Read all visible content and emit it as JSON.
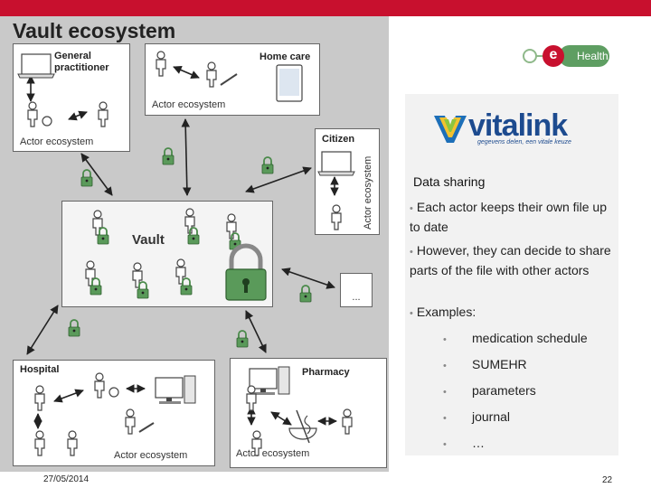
{
  "slide": {
    "title": "Vault ecosystem",
    "date": "27/05/2014",
    "page_number": "22"
  },
  "diagram": {
    "general_practitioner": {
      "label": "General practitioner",
      "ecosystem": "Actor ecosystem"
    },
    "home_care": {
      "label": "Home care",
      "ecosystem": "Actor ecosystem"
    },
    "citizen": {
      "label": "Citizen",
      "ecosystem": "Actor ecosystem"
    },
    "vault": {
      "label": "Vault"
    },
    "other": {
      "label": "..."
    },
    "hospital": {
      "label": "Hospital",
      "ecosystem": "Actor ecosystem"
    },
    "pharmacy": {
      "label": "Pharmacy",
      "ecosystem": "Actor ecosystem"
    }
  },
  "logos": {
    "ehealth": {
      "letter": "e",
      "text": "Health",
      "colors": {
        "red": "#c8102e",
        "green": "#5e9e62"
      }
    },
    "vitalink": {
      "name": "vitalink",
      "tagline": "gegevens delen, een vitale keuze",
      "color": "#1d4b8f"
    }
  },
  "info": {
    "heading": "Data sharing",
    "bullets": [
      "Each actor keeps their own file up to date",
      "However, they can decide to share parts of the file with other actors",
      "Examples:"
    ],
    "examples": [
      "medication schedule",
      "SUMEHR",
      "parameters",
      "journal",
      "…"
    ]
  },
  "icons": [
    "person-icon",
    "doctor-icon",
    "nurse-icon",
    "padlock-icon",
    "laptop-icon",
    "tablet-icon",
    "computer-icon",
    "stethoscope-icon",
    "syringe-icon",
    "pharmacy-bowl-icon"
  ],
  "colors": {
    "brand_red": "#c8102e",
    "panel_grey": "#c9c9c9",
    "info_bg": "#f2f2f2"
  }
}
